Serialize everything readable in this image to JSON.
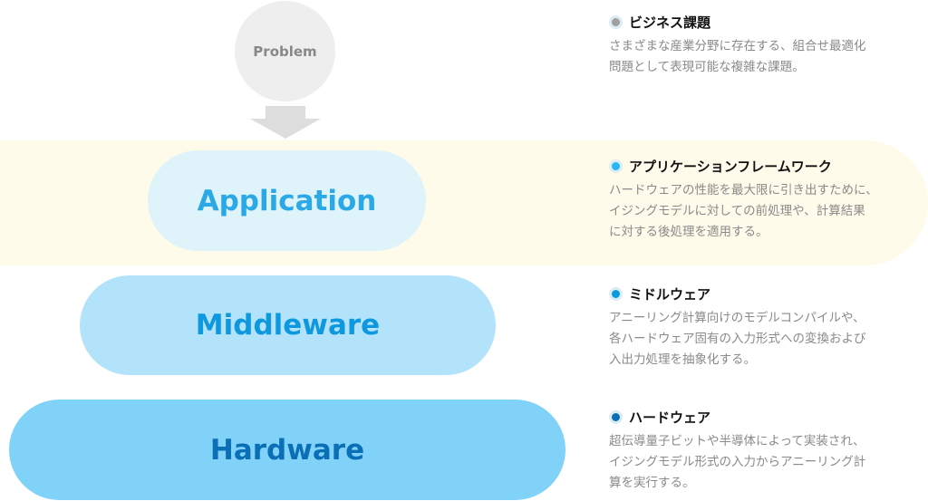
{
  "problem_label": "Problem",
  "layers": {
    "application": "Application",
    "middleware": "Middleware",
    "hardware": "Hardware"
  },
  "colors": {
    "business": "#a0a0a0",
    "application": "#29b6f6",
    "middleware": "#0a9ae0",
    "hardware": "#0a6fb5"
  },
  "descriptions": [
    {
      "title": "ビジネス課題",
      "lines": [
        "さまざまな産業分野に存在する、組合せ最適化",
        "問題として表現可能な複雑な課題。"
      ]
    },
    {
      "title": "アプリケーションフレームワーク",
      "lines": [
        "ハードウェアの性能を最大限に引き出すために、",
        "イジングモデルに対しての前処理や、計算結果",
        "に対する後処理を適用する。"
      ]
    },
    {
      "title": "ミドルウェア",
      "lines": [
        "アニーリング計算向けのモデルコンパイルや、",
        "各ハードウェア固有の入力形式への変換および",
        "入出力処理を抽象化する。"
      ]
    },
    {
      "title": "ハードウェア",
      "lines": [
        "超伝導量子ビットや半導体によって実装され、",
        "イジングモデル形式の入力からアニーリング計",
        "算を実行する。"
      ]
    }
  ]
}
